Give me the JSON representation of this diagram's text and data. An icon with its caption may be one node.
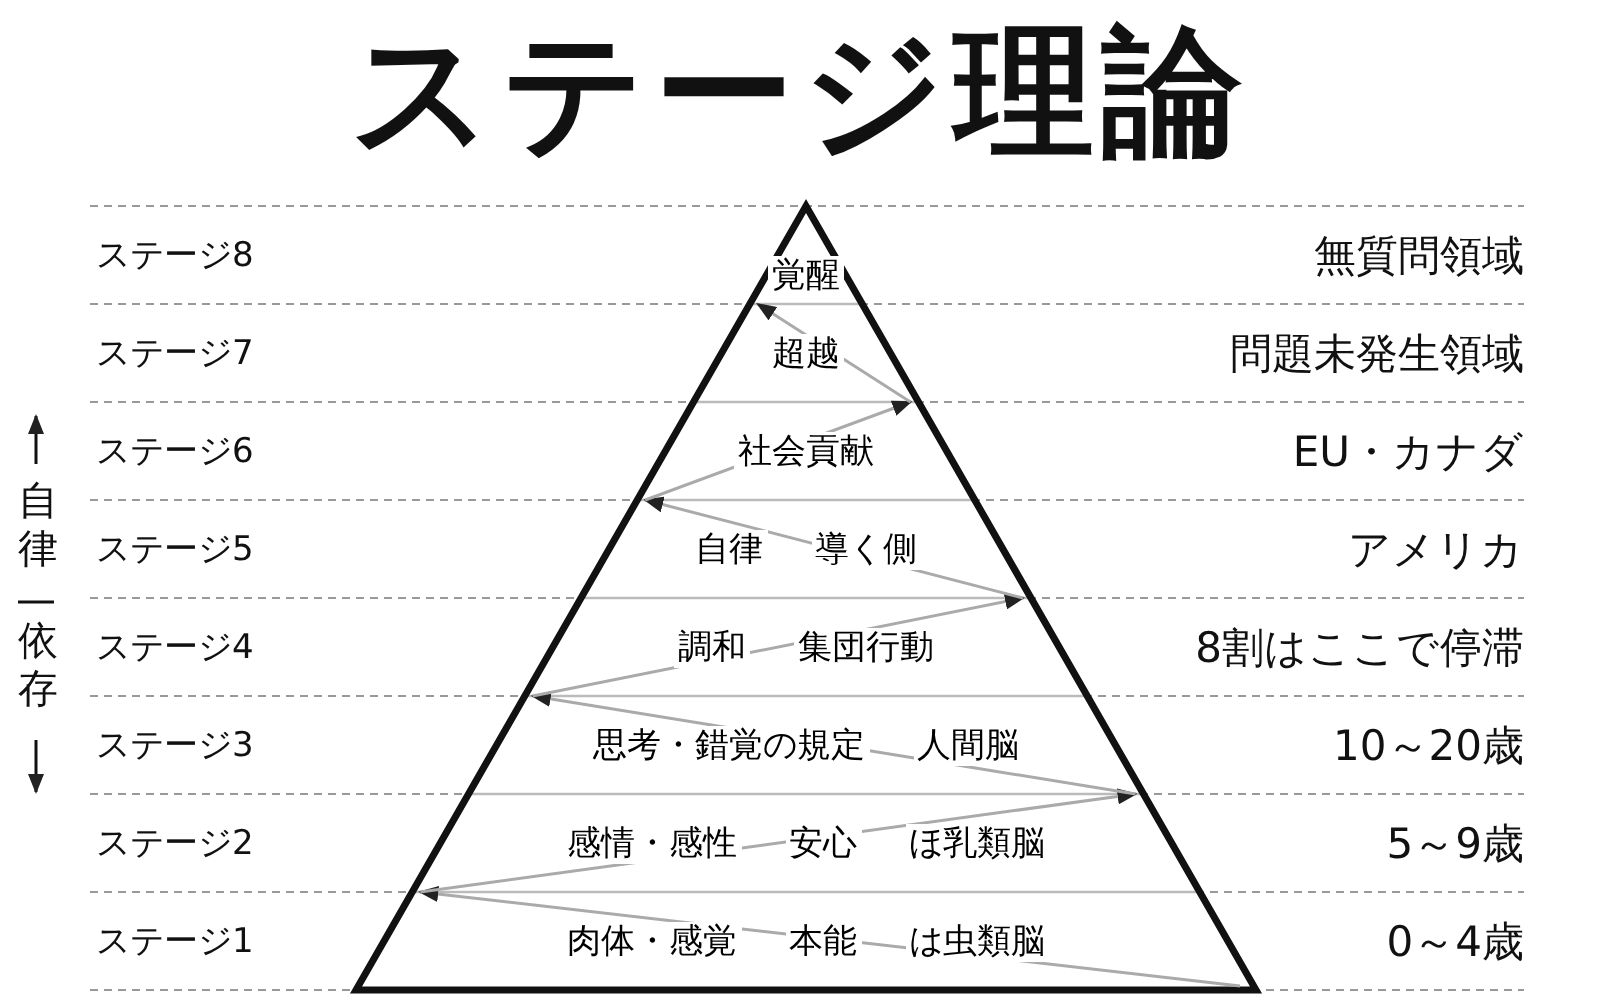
{
  "diagram": {
    "title": "ステージ理論",
    "nodes": [
      {
        "text": [
          "覚醒"
        ]
      },
      {
        "text": [
          "超越"
        ]
      },
      {
        "text": [
          "社会貢献"
        ]
      },
      {
        "text": [
          "自律",
          "導く側"
        ]
      },
      {
        "text": [
          "調和",
          "集団行動"
        ]
      },
      {
        "text": [
          "思考・錯覚の規定",
          "人間脳"
        ]
      },
      {
        "text": [
          "感情・感性",
          "安心",
          "ほ乳類脳"
        ]
      },
      {
        "text": [
          "肉体・感覚",
          "本能",
          "は虫類脳"
        ]
      }
    ],
    "edges": [
      {
        "from": 7,
        "to": 6,
        "arrow": "to"
      },
      {
        "from": 6,
        "to": 5,
        "arrow": "to"
      },
      {
        "from": 5,
        "to": 4,
        "arrow": "to"
      },
      {
        "from": 4,
        "to": 3,
        "arrow": "to"
      },
      {
        "from": 3,
        "to": 2,
        "arrow": "to"
      },
      {
        "from": 2,
        "to": 1,
        "arrow": "to"
      },
      {
        "from": 1,
        "to": 0,
        "arrow": "to"
      }
    ],
    "labels": [
      "ステージ8",
      "無質問領域",
      "ステージ7",
      "問題未発生領域",
      "ステージ6",
      "EU・カナダ",
      "ステージ5",
      "アメリカ",
      "ステージ4",
      "8割はここで停滞",
      "ステージ3",
      "10～20歳",
      "ステージ2",
      "5～9歳",
      "ステージ1",
      "0～4歳",
      "自律",
      "依存"
    ]
  }
}
